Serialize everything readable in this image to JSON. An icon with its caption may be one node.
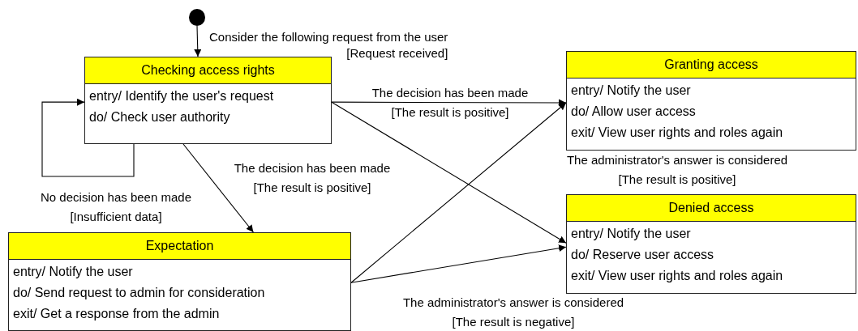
{
  "diagram": {
    "nodes": [
      {
        "text": [],
        "shape": "circle"
      },
      {
        "text": [
          "Checking access rights",
          "entry/ Identify the user's request",
          "do/ Check user authority"
        ]
      },
      {
        "text": [
          "Granting access",
          "entry/ Notify the user",
          "do/ Allow user access",
          "exit/ View user rights and roles again"
        ]
      },
      {
        "text": [
          "Expectation",
          "entry/ Notify the user",
          "do/ Send request to admin for consideration",
          "exit/ Get a response from the admin"
        ]
      },
      {
        "text": [
          "Denied access",
          "entry/ Notify the user",
          "do/ Reserve user access",
          "exit/ View user rights and roles again"
        ]
      }
    ],
    "edges": [
      {
        "from": 0,
        "to": 1,
        "arrow": "to",
        "label": "Consider the following request from the user [Request received]"
      },
      {
        "from": 1,
        "to": 2,
        "arrow": "to",
        "label": "The decision has been made [The result is positive]"
      },
      {
        "from": 1,
        "to": 1,
        "arrow": "to",
        "label": "No decision has been made [Insufficient data]"
      },
      {
        "from": 1,
        "to": 3,
        "arrow": "to",
        "label": "The decision has been made [The result is positive]"
      },
      {
        "from": 1,
        "to": 4,
        "arrow": "to"
      },
      {
        "from": 3,
        "to": 2,
        "arrow": "to",
        "label": "The administrator's answer is considered [The result is positive]"
      },
      {
        "from": 3,
        "to": 4,
        "arrow": "to",
        "label": "The administrator's answer is considered [The result is negative]"
      }
    ]
  }
}
